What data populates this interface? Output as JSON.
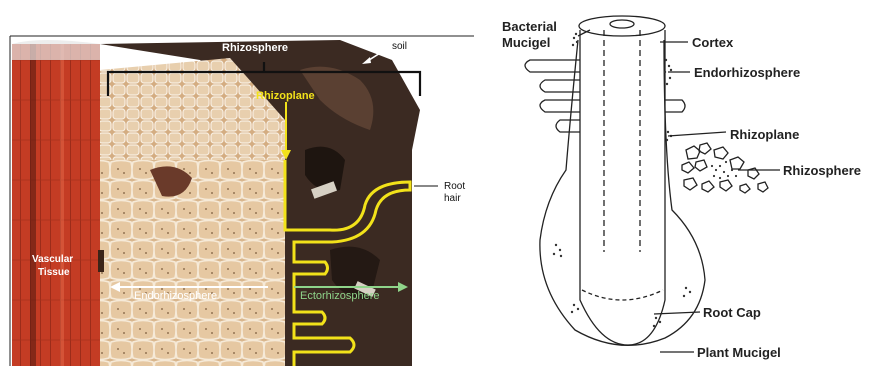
{
  "left_panel": {
    "labels": {
      "rhizosphere": "Rhizosphere",
      "soil": "soil",
      "rhizoplane": "Rhizoplane",
      "root_hair_1": "Root",
      "root_hair_2": "hair",
      "vascular_1": "Vascular",
      "vascular_2": "Tissue",
      "endorhizosphere": "Endorhizosphere",
      "ectorhizosphere": "Ectorhizosphere"
    },
    "colors": {
      "vascular": "#c8442a",
      "cells": "#d8b48a",
      "soil": "#3a2a22",
      "rhizoplane": "#f2e21a",
      "ecto_label": "#8fd48a",
      "rhizoplane_label": "#f2e21a"
    }
  },
  "right_panel": {
    "labels": {
      "bacterial_1": "Bacterial",
      "bacterial_2": "Mucigel",
      "cortex": "Cortex",
      "endorhizosphere": "Endorhizosphere",
      "rhizoplane": "Rhizoplane",
      "rhizosphere": "Rhizosphere",
      "root_cap": "Root Cap",
      "plant_mucigel": "Plant Mucigel"
    }
  }
}
